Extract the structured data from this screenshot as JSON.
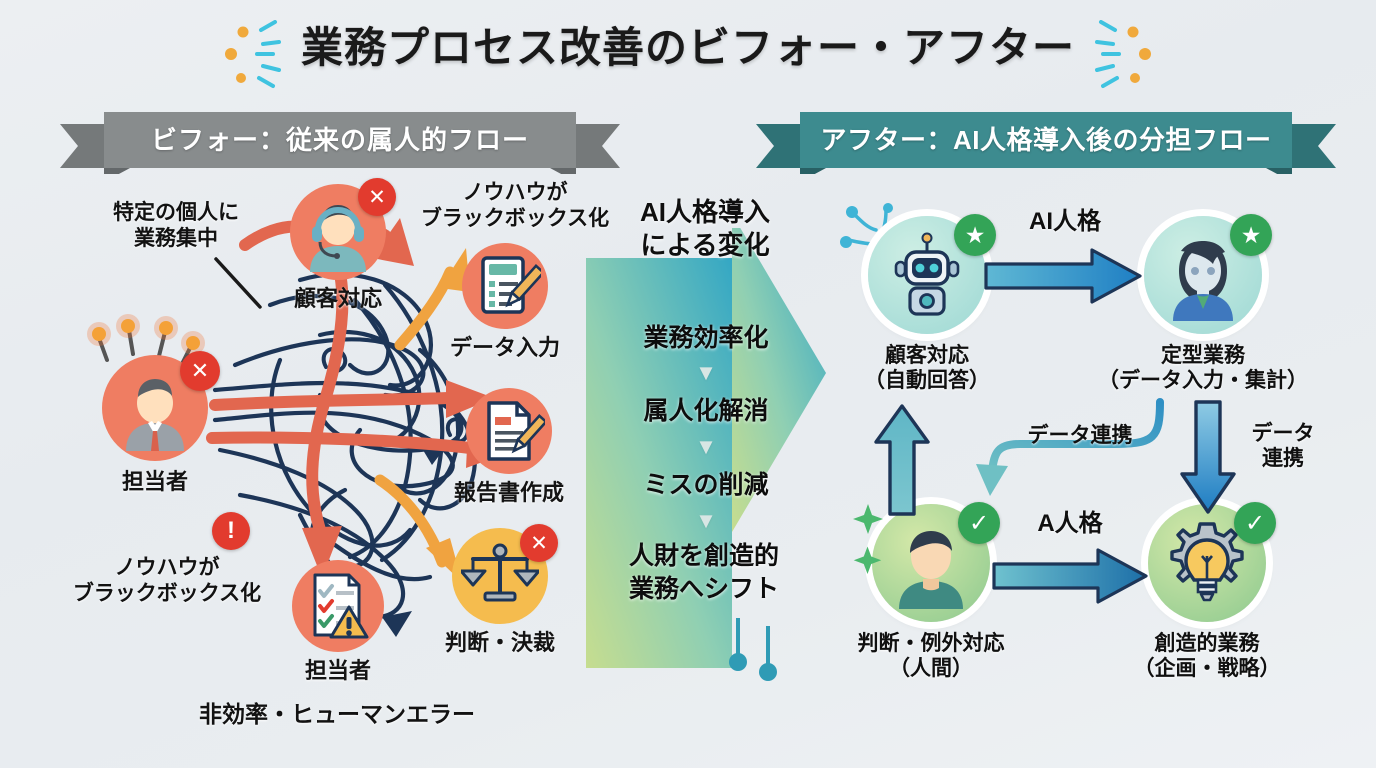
{
  "title": "業務プロセス改善のビフォー・アフター",
  "banners": {
    "before": "ビフォー：従来の属人的フロー",
    "after": "アフター：AI人格導入後の分担フロー"
  },
  "before": {
    "callouts": [
      {
        "line1": "特定の個人に",
        "line2": "業務集中"
      },
      {
        "line1": "ノウハウが",
        "line2": "ブラックボックス化"
      },
      {
        "line1": "ノウハウが",
        "line2": "ブラックボックス化"
      },
      {
        "line1": "非効率・ヒューマンエラー",
        "line2": ""
      }
    ],
    "person_label": "担当者",
    "nodes": [
      {
        "label": "顧客対応",
        "icon": "headset-person-icon",
        "badge": "x-badge",
        "circle": "#ef7d62"
      },
      {
        "label": "データ入力",
        "icon": "form-pencil-icon",
        "badge": "none",
        "circle": "#ef7d62"
      },
      {
        "label": "報告書作成",
        "icon": "document-pencil-icon",
        "badge": "none",
        "circle": "#ef7d62"
      },
      {
        "label": "判断・決裁",
        "icon": "scales-icon",
        "badge": "x-badge",
        "circle": "#f5bc4e"
      },
      {
        "label": "担当者",
        "icon": "checklist-warning-icon",
        "badge": "none",
        "circle": "#ef7d62"
      }
    ],
    "alert_badge": "!",
    "x_badge": "✕"
  },
  "center": {
    "heading_line1": "AI人格導入",
    "heading_line2": "による変化",
    "steps": [
      "業務効率化",
      "属人化解消",
      "ミスの削減"
    ],
    "final_line1": "人財を創造的",
    "final_line2": "業務へシフト",
    "separator": "▼",
    "gradient_from": "#bcd98a",
    "gradient_to": "#3aa9bf"
  },
  "after": {
    "nodes": [
      {
        "label_line1": "顧客対応",
        "label_line2": "（自動回答）",
        "icon": "robot-icon",
        "badge": "star-badge"
      },
      {
        "label_line1": "定型業務",
        "label_line2": "（データ入力・集計）",
        "icon": "woman-icon",
        "badge": "star-badge"
      },
      {
        "label_line1": "判断・例外対応",
        "label_line2": "（人間）",
        "icon": "man-icon",
        "badge": "check-badge"
      },
      {
        "label_line1": "創造的業務",
        "label_line2": "（企画・戦略）",
        "icon": "gear-bulb-icon",
        "badge": "check-badge"
      }
    ],
    "arrow_top_label": "AI人格",
    "arrow_bottom_label": "A人格",
    "link_label_left": "データ連携",
    "link_label_right_line1": "データ",
    "link_label_right_line2": "連携",
    "star_glyph": "★",
    "check_glyph": "✓"
  },
  "colors": {
    "background": "#e9edf0",
    "ribbon_before": "#888c8d",
    "ribbon_after": "#3d8b8f",
    "coral": "#ef7d62",
    "amber": "#f5bc4e",
    "green": "#33a457",
    "navy": "#1d3557",
    "teal": "#3aa9bf",
    "blue": "#2f87c8"
  }
}
